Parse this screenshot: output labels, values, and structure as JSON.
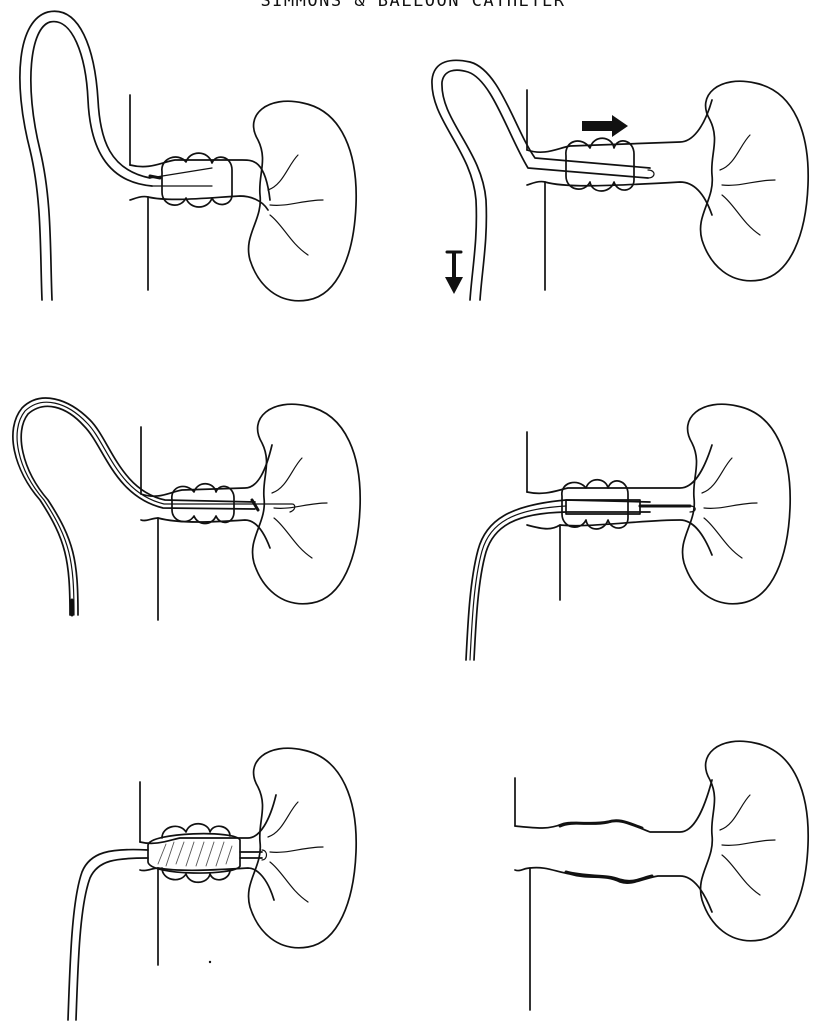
{
  "title": "SIMMONS & BALLOON CATHETER",
  "panels": [
    {
      "id": "panel-1",
      "stage": "simmons-catheter-engaged-at-renal-artery-ostium"
    },
    {
      "id": "panel-2",
      "stage": "catheter-advanced-into-renal-artery",
      "arrows": [
        "right-arrow",
        "down-arrow"
      ]
    },
    {
      "id": "panel-3",
      "stage": "guidewire-through-stenosis"
    },
    {
      "id": "panel-4",
      "stage": "balloon-catheter-positioned-across-stenosis"
    },
    {
      "id": "panel-5",
      "stage": "balloon-inflated"
    },
    {
      "id": "panel-6",
      "stage": "dilated-artery-after-angioplasty"
    }
  ],
  "colors": {
    "ink": "#111111",
    "paper": "#ffffff"
  }
}
